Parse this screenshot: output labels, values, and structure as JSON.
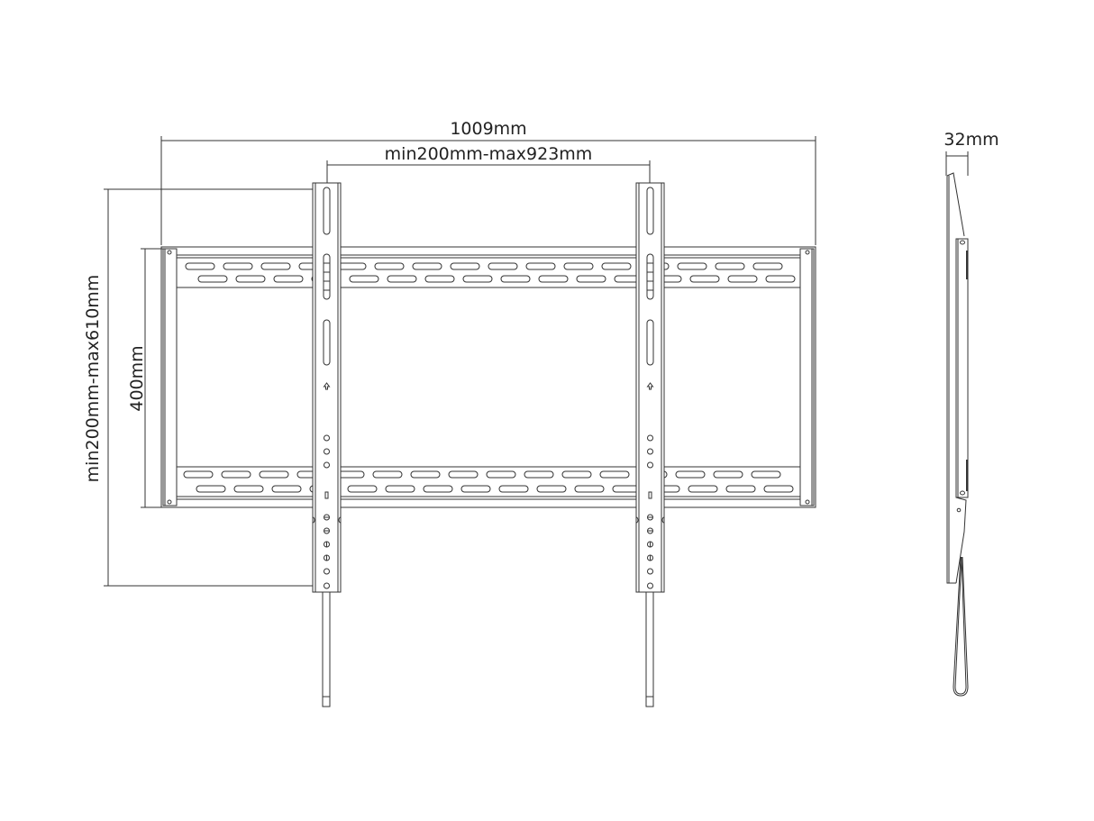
{
  "diagram": {
    "subject": "Fixed TV wall mount bracket technical drawing",
    "views": [
      "front-view",
      "side-view"
    ],
    "line_color": "#333333",
    "background": "#ffffff"
  },
  "dimensions": {
    "overall_width": "1009mm",
    "horizontal_hole_spacing": "min200mm-max923mm",
    "vertical_hole_spacing": "min200mm-max610mm",
    "plate_height": "400mm",
    "depth": "32mm"
  }
}
